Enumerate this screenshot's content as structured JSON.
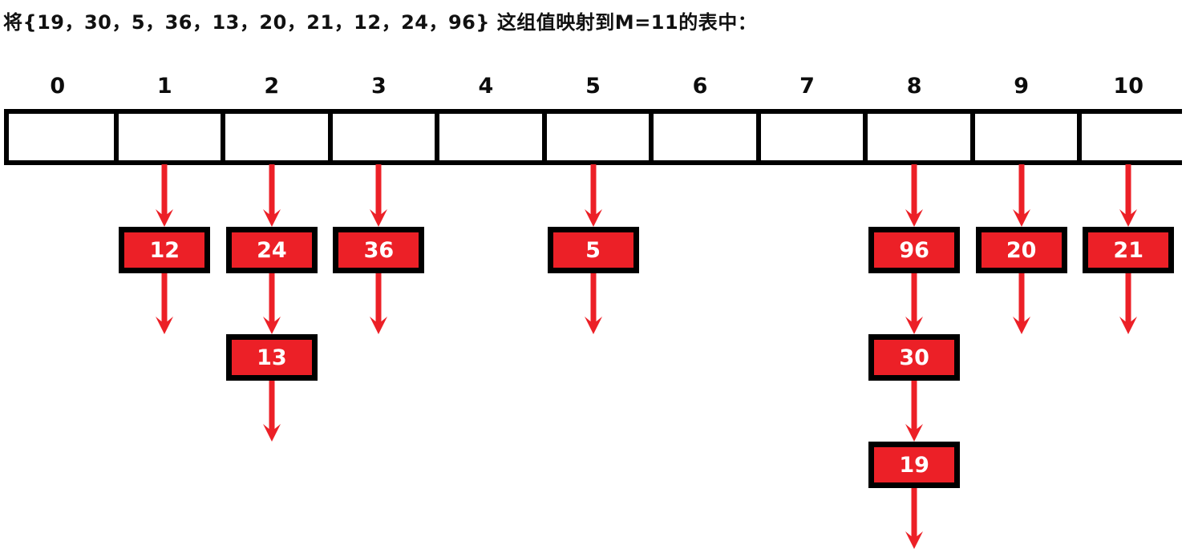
{
  "title": "将{19，30，5，36，13，20，21，12，24，96} 这组值映射到M=11的表中：",
  "table": {
    "modulus": 11,
    "indices": [
      "0",
      "1",
      "2",
      "3",
      "4",
      "5",
      "6",
      "7",
      "8",
      "9",
      "10"
    ],
    "cells": [
      "",
      "",
      "",
      "",
      "",
      "",
      "",
      "",
      "",
      "",
      ""
    ]
  },
  "colors": {
    "node_fill": "#EC2027",
    "node_border": "#000000",
    "node_text": "#FFFFFF",
    "arrow": "#EC2027",
    "table_border": "#000000",
    "text": "#111111"
  },
  "input_values": [
    19,
    30,
    5,
    36,
    13,
    20,
    21,
    12,
    24,
    96
  ],
  "chains": [
    {
      "index": 0,
      "nodes": []
    },
    {
      "index": 1,
      "nodes": [
        "12"
      ]
    },
    {
      "index": 2,
      "nodes": [
        "24",
        "13"
      ]
    },
    {
      "index": 3,
      "nodes": [
        "36"
      ]
    },
    {
      "index": 4,
      "nodes": []
    },
    {
      "index": 5,
      "nodes": [
        "5"
      ]
    },
    {
      "index": 6,
      "nodes": []
    },
    {
      "index": 7,
      "nodes": []
    },
    {
      "index": 8,
      "nodes": [
        "96",
        "30",
        "19"
      ]
    },
    {
      "index": 9,
      "nodes": [
        "20"
      ]
    },
    {
      "index": 10,
      "nodes": [
        "21"
      ]
    }
  ]
}
